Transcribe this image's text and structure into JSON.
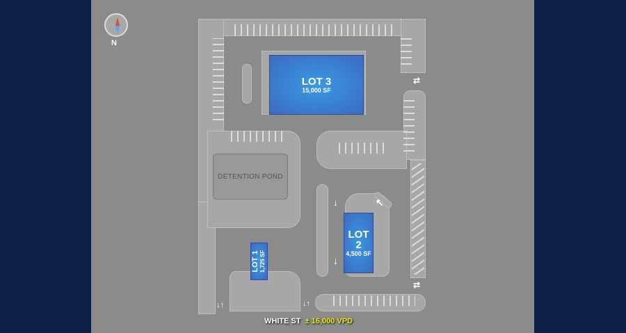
{
  "compass": {
    "label": "N"
  },
  "lots": [
    {
      "name": "LOT 3",
      "size": "15,000 SF"
    },
    {
      "name": "LOT 2",
      "size": "4,500 SF"
    },
    {
      "name": "LOT 1",
      "size": "1,725 SF"
    }
  ],
  "detention_pond": "DETENTION POND",
  "street": {
    "name": "WHITE ST",
    "traffic": "± 16,000 VPD"
  },
  "arrows": {
    "down": "↓",
    "up": "↑",
    "left": "↖",
    "two_way_v": "↓↑",
    "two_way_h": "⇄"
  },
  "colors": {
    "background": "#0c1f44",
    "ground": "#8b8b8c",
    "pavement": "#a7a7a8",
    "building": "#3a7fd0",
    "traffic_text": "#f3e600"
  }
}
